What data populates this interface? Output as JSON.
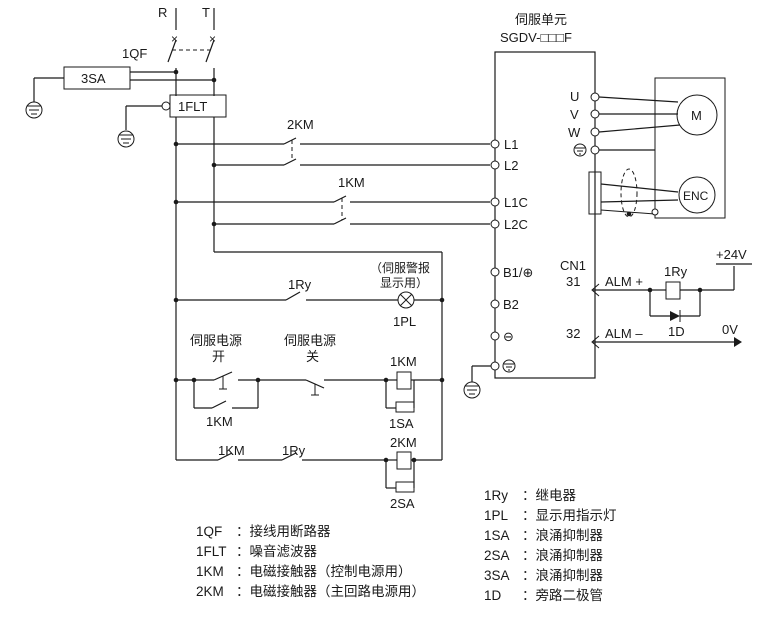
{
  "phases": {
    "r": "R",
    "t": "T"
  },
  "devices": {
    "qf1": "1QF",
    "sa3": "3SA",
    "flt1": "1FLT",
    "km2": "2KM",
    "km1": "1KM",
    "ry1": "1Ry",
    "pl1": "1PL",
    "sa1": "1SA",
    "sa2": "2SA",
    "d1": "1D"
  },
  "alarm_label_line1": "（伺服警报",
  "alarm_label_line2": "显示用）",
  "power_on_line1": "伺服电源",
  "power_on_line2": "开",
  "power_off_line1": "伺服电源",
  "power_off_line2": "关",
  "servo": {
    "title": "伺服单元",
    "model": "SGDV-□□□F",
    "terminals": {
      "l1": "L1",
      "l2": "L2",
      "l1c": "L1C",
      "l2c": "L2C",
      "b1": "B1/⊕",
      "b2": "B2",
      "minus": "⊖"
    },
    "motor_terminals": {
      "u": "U",
      "v": "V",
      "w": "W"
    },
    "motor": "M",
    "encoder": "ENC"
  },
  "io": {
    "cn1": "CN1",
    "pin31": "31",
    "pin32": "32",
    "alm_plus": "ALM +",
    "alm_minus": "ALM –",
    "v24": "+24V",
    "v0": "0V"
  },
  "legend_left": [
    {
      "code": "1QF",
      "desc": "：接线用断路器"
    },
    {
      "code": "1FLT",
      "desc": "：噪音滤波器"
    },
    {
      "code": "1KM",
      "desc": "：电磁接触器（控制电源用）"
    },
    {
      "code": "2KM",
      "desc": "：电磁接触器（主回路电源用）"
    }
  ],
  "legend_right": [
    {
      "code": "1Ry",
      "desc": "：继电器"
    },
    {
      "code": "1PL",
      "desc": "：显示用指示灯"
    },
    {
      "code": "1SA",
      "desc": "：浪涌抑制器"
    },
    {
      "code": "2SA",
      "desc": "：浪涌抑制器"
    },
    {
      "code": "3SA",
      "desc": "：浪涌抑制器"
    },
    {
      "code": "1D",
      "desc": "：旁路二极管"
    }
  ]
}
